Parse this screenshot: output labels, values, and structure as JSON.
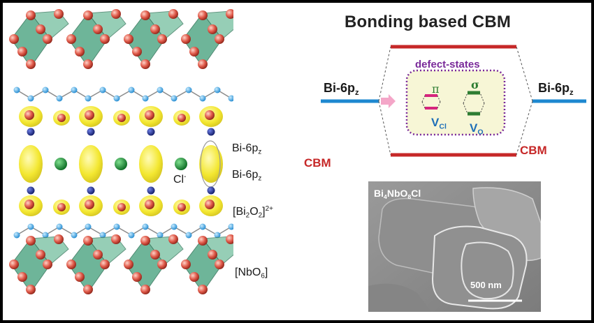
{
  "diagram": {
    "title": "Bonding based CBM",
    "left_orbital": {
      "base": "Bi-6p",
      "sub": "z"
    },
    "right_orbital": {
      "base": "Bi-6p",
      "sub": "z"
    },
    "defect_box_label": "defect-states",
    "pi_symbol": "π",
    "sigma_symbol": "σ",
    "vcl": {
      "base": "V",
      "sub": "Cl"
    },
    "vo": {
      "base": "V",
      "sub": "O"
    },
    "cbm_label": "CBM"
  },
  "crystal": {
    "bi_upper": {
      "base": "Bi-6p",
      "sub": "z"
    },
    "bi_lower": {
      "base": "Bi-6p",
      "sub": "z"
    },
    "cbm_label": "CBM",
    "cl": {
      "base": "Cl",
      "sup": "-"
    },
    "bi2o2": {
      "pre": "[Bi",
      "sub1": "2",
      "mid": "O",
      "sub2": "2",
      "post": "]",
      "sup": "2+"
    },
    "nbo6": {
      "pre": "[NbO",
      "sub": "6",
      "post": "]"
    }
  },
  "sem": {
    "formula": {
      "a": "Bi",
      "s1": "4",
      "b": "NbO",
      "s2": "8",
      "c": "Cl"
    },
    "scale_label": "500 nm"
  },
  "colors": {
    "cbm_red": "#c62828",
    "orbital_blue": "#1e88d0",
    "defect_purple": "#7a2a9a",
    "level_magenta": "#d6257d",
    "level_green": "#2e7d32",
    "polyhedra_green": "#5fae8e",
    "oxygen_red": "#e05a4a",
    "electron_yellow": "#f2e51e",
    "bi_blue": "#2233a0",
    "cl_green": "#1a9b3a"
  }
}
